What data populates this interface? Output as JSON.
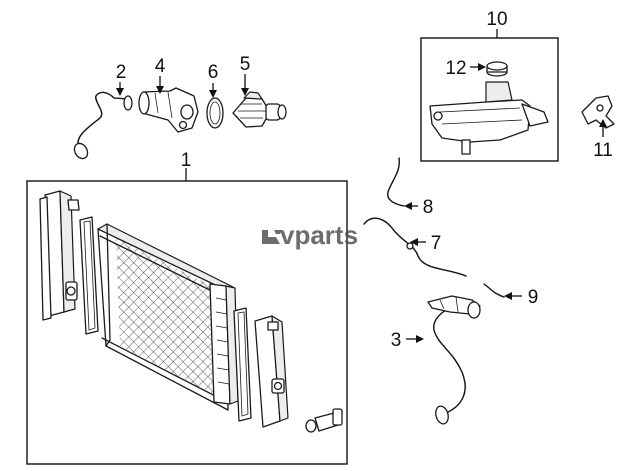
{
  "watermark": {
    "text": "vparts"
  },
  "callouts": [
    {
      "id": "1",
      "label": "1"
    },
    {
      "id": "2",
      "label": "2"
    },
    {
      "id": "3",
      "label": "3"
    },
    {
      "id": "4",
      "label": "4"
    },
    {
      "id": "5",
      "label": "5"
    },
    {
      "id": "6",
      "label": "6"
    },
    {
      "id": "7",
      "label": "7"
    },
    {
      "id": "8",
      "label": "8"
    },
    {
      "id": "9",
      "label": "9"
    },
    {
      "id": "10",
      "label": "10"
    },
    {
      "id": "11",
      "label": "11"
    },
    {
      "id": "12",
      "label": "12"
    }
  ],
  "colors": {
    "ink": "#1a1a1a",
    "watermark": "#4d4d4d",
    "background": "#ffffff"
  }
}
